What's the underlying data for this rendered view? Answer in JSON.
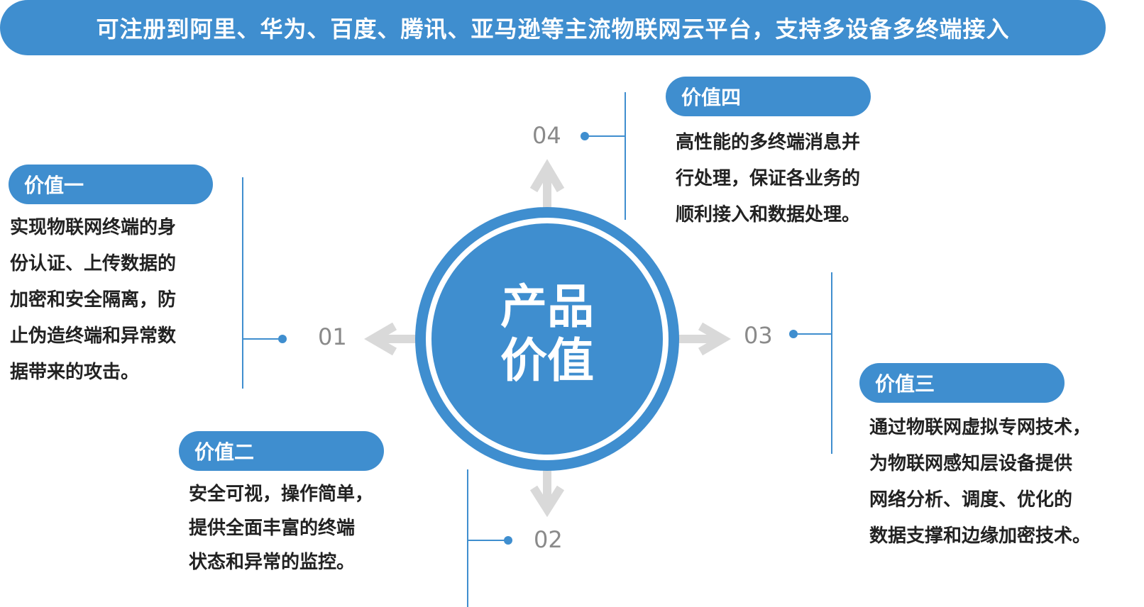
{
  "banner": {
    "text": "可注册到阿里、华为、百度、腾讯、亚马逊等主流物联网云平台，支持多设备多终端接入"
  },
  "center": {
    "line1": "产品",
    "line2": "价值"
  },
  "values": [
    {
      "number": "01",
      "title": "价值一",
      "lines": [
        "实现物联网终端的身",
        "份认证、上传数据的",
        "加密和安全隔离，防",
        "止伪造终端和异常数",
        "据带来的攻击。"
      ]
    },
    {
      "number": "02",
      "title": "价值二",
      "lines": [
        "安全可视，操作简单，",
        "提供全面丰富的终端",
        "状态和异常的监控。"
      ]
    },
    {
      "number": "03",
      "title": "价值三",
      "lines": [
        "通过物联网虚拟专网技术，",
        "为物联网感知层设备提供",
        "网络分析、调度、优化的",
        "数据支撑和边缘加密技术。"
      ]
    },
    {
      "number": "04",
      "title": "价值四",
      "lines": [
        "高性能的多终端消息并",
        "行处理，保证各业务的",
        "顺利接入和数据处理。"
      ]
    }
  ],
  "colors": {
    "accent": "#3f8ecf",
    "arrow": "#d9d9d9",
    "number": "#8a8a8a",
    "text": "#222222"
  }
}
